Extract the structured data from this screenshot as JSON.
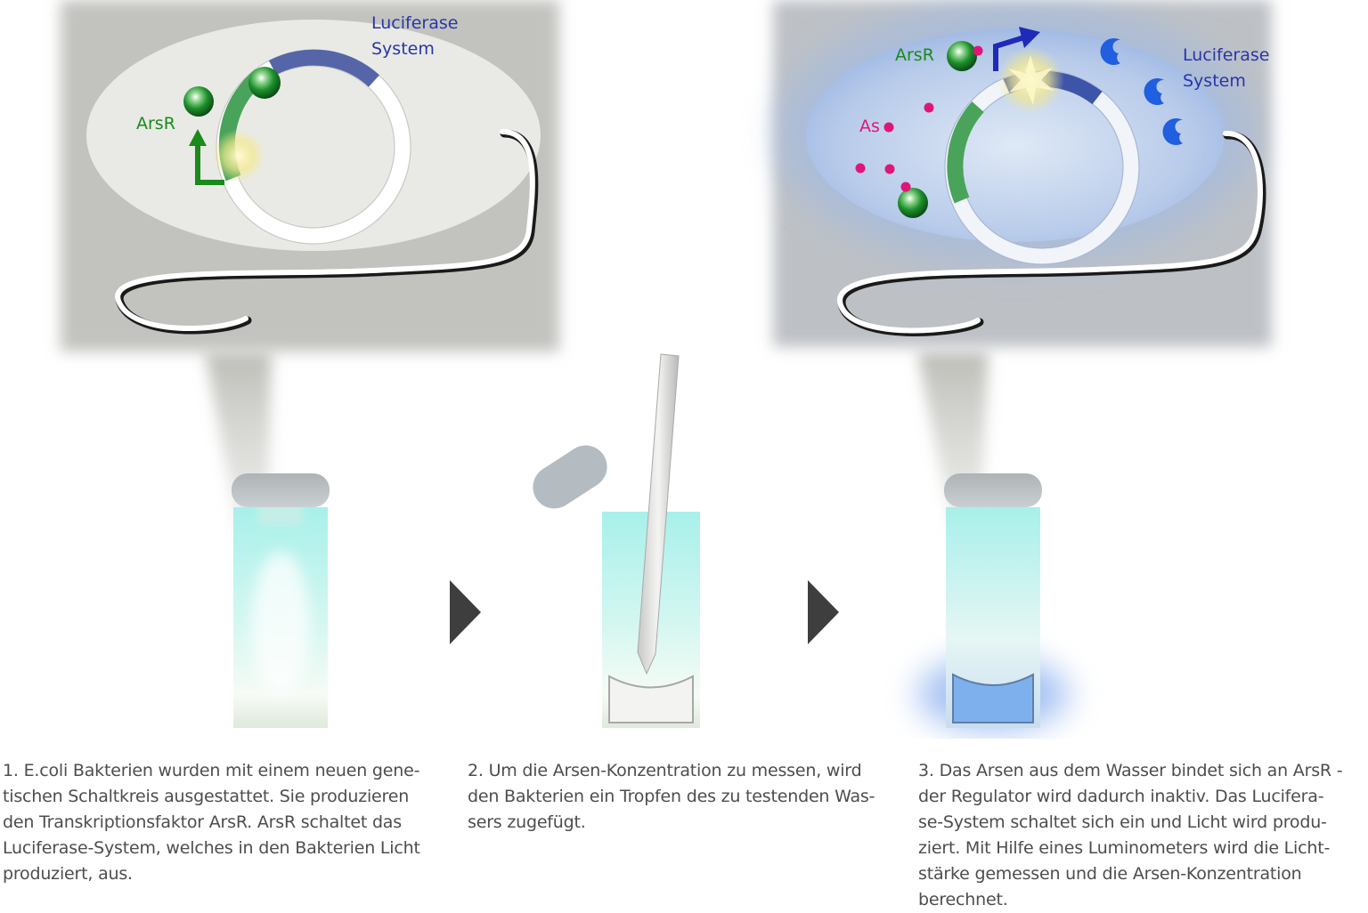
{
  "panel_left": {
    "luciferase_label": [
      "Luciferase",
      "System"
    ],
    "arsr_label": "ArsR"
  },
  "panel_right": {
    "luciferase_label": [
      "Luciferase",
      "System"
    ],
    "arsr_label": "ArsR",
    "as_label": "As"
  },
  "colors": {
    "arsr_green": "#1a8a1a",
    "luciferase_blue": "#2a35a8",
    "arsenic_pink": "#e0157a",
    "panel_gray": "#c2c3bf",
    "caption_text": "#4d4d4d"
  },
  "captions": [
    {
      "lines": [
        "1. E.coli Bakterien wurden mit einem neuen gene-",
        "tischen Schaltkreis ausgestattet. Sie produzieren",
        "den Transkriptionsfaktor ArsR. ArsR schaltet das",
        "Luciferase-System, welches in den Bakterien Licht",
        "produziert, aus."
      ]
    },
    {
      "lines": [
        "2. Um die Arsen-Konzentration zu messen, wird",
        "den Bakterien ein Tropfen des zu testenden Was-",
        "sers zugefügt."
      ]
    },
    {
      "lines": [
        "3. Das Arsen aus dem Wasser bindet sich an ArsR -",
        "der Regulator wird dadurch inaktiv. Das Lucifera-",
        "se-System schaltet sich ein und Licht wird produ-",
        "ziert. Mit Hilfe eines Luminometers wird die Licht-",
        "stärke gemessen und die Arsen-Konzentration",
        "berechnet."
      ]
    }
  ]
}
